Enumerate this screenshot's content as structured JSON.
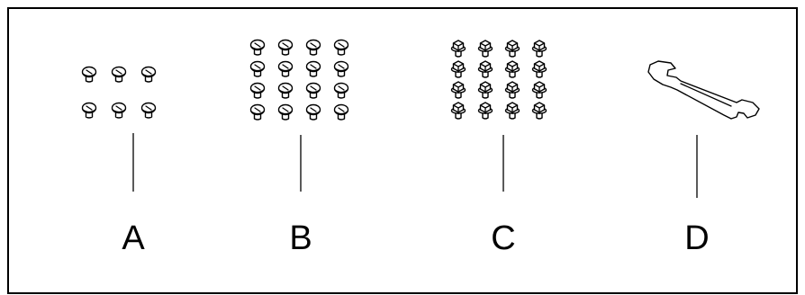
{
  "parts": [
    {
      "id": "A",
      "label": "A",
      "kind": "pan-head-screw",
      "count": 6,
      "cols": 3,
      "rows": 2
    },
    {
      "id": "B",
      "label": "B",
      "kind": "pan-head-screw",
      "count": 16,
      "cols": 4,
      "rows": 4
    },
    {
      "id": "C",
      "label": "C",
      "kind": "hex-flange-bolt",
      "count": 16,
      "cols": 4,
      "rows": 4
    },
    {
      "id": "D",
      "label": "D",
      "kind": "open-end-wrench",
      "count": 1
    }
  ]
}
